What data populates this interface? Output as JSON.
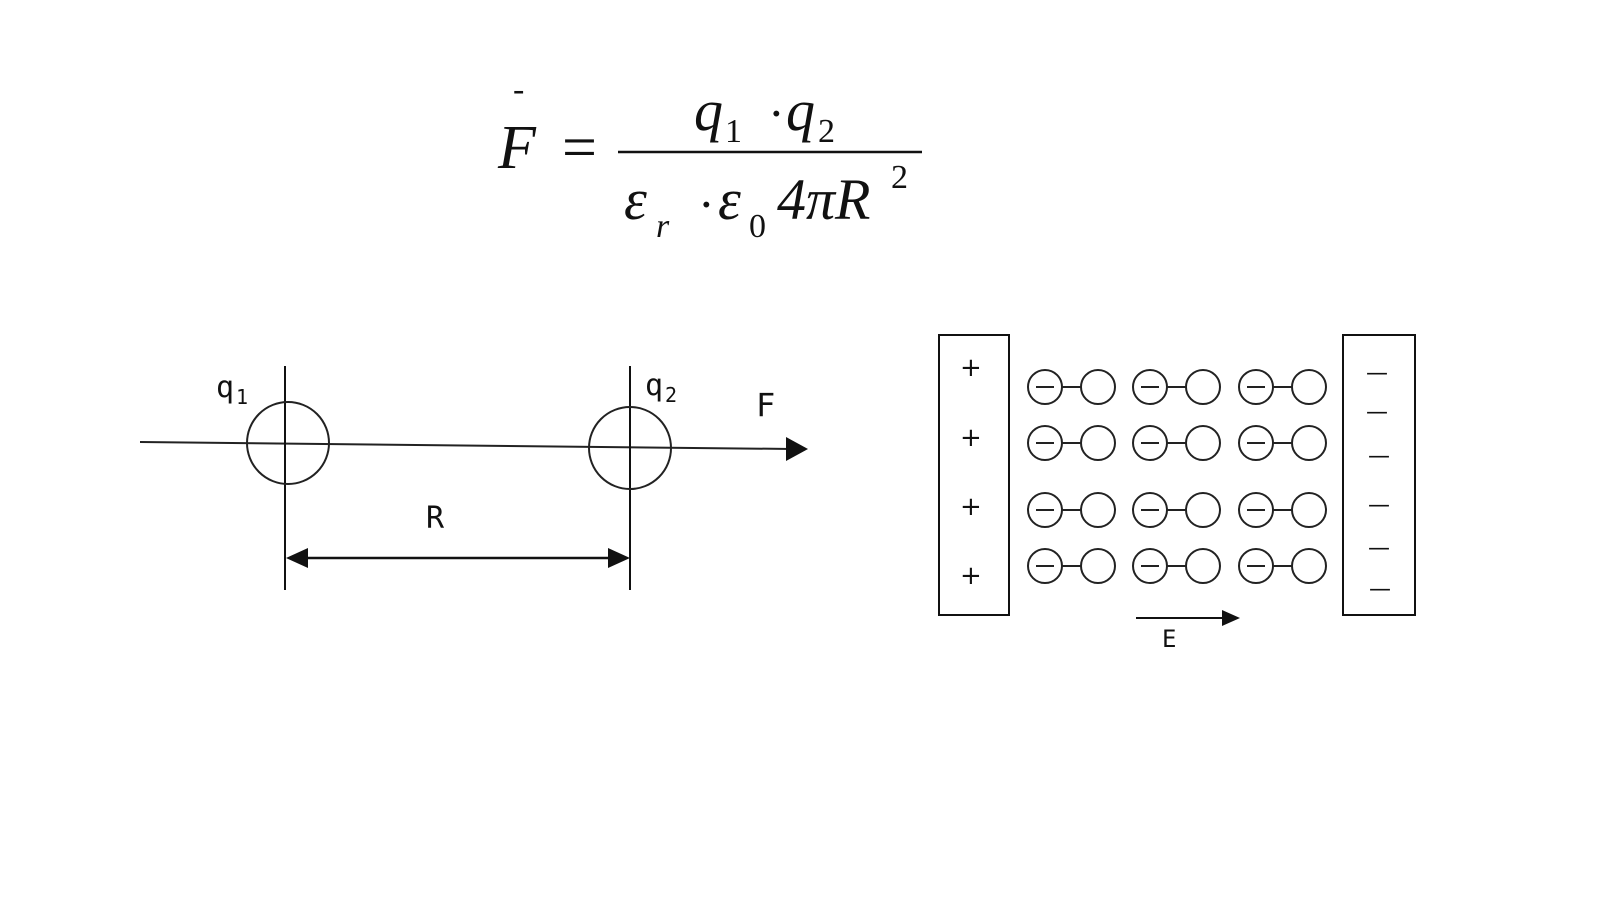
{
  "formula": {
    "lhs": "F",
    "bar": "-",
    "equals": "=",
    "num_q1": "q",
    "num_sub1": "1",
    "num_dot": "·",
    "num_q2": "q",
    "num_sub2": "2",
    "den_eps_r": "ε",
    "den_sub_r": "r",
    "den_dot": "·",
    "den_eps_0": "ε",
    "den_sub_0": "0",
    "den_rest": "4πR",
    "den_exp": "2"
  },
  "left_diagram": {
    "q1_label": "q",
    "q1_sub": "1",
    "q2_label": "q",
    "q2_sub": "2",
    "force_label": "F",
    "distance_label": "R"
  },
  "right_diagram": {
    "plus_signs": [
      "+",
      "+",
      "+",
      "+"
    ],
    "minus_signs": [
      "—",
      "—",
      "—",
      "—",
      "—",
      "—"
    ],
    "field_label": "E",
    "dipole_rows": 4,
    "dipoles_per_row": 3
  }
}
